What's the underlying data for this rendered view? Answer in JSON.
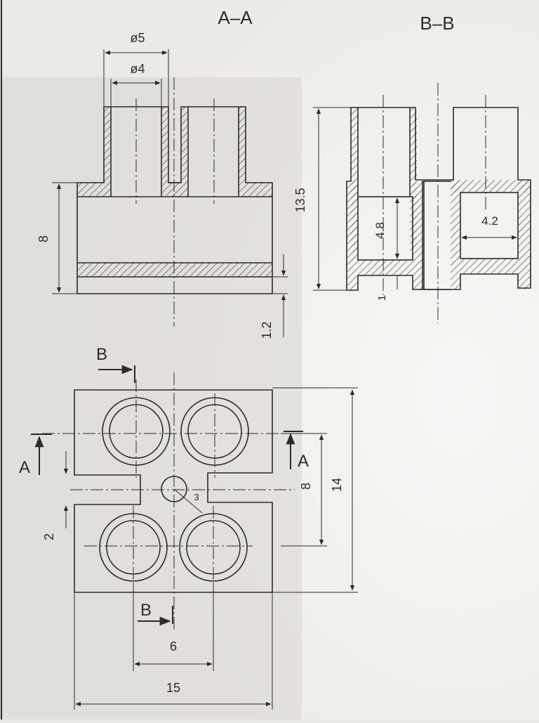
{
  "sections": {
    "a_a": {
      "title": "A–A"
    },
    "b_b": {
      "title": "B–B"
    }
  },
  "dims": {
    "d5": "ø5",
    "d4": "ø4",
    "h8_aa": "8",
    "h1_2": "1.2",
    "h13_5": "13.5",
    "w4_8": "4.8",
    "w4_2": "4.2",
    "t1": "1",
    "h14": "14",
    "h8_plan": "8",
    "slot2": "2",
    "w6": "6",
    "w15": "15",
    "r_center": "3"
  },
  "cut_markers": {
    "b_top": "B",
    "b_bottom": "B",
    "a_left": "A",
    "a_right": "A"
  },
  "colors": {
    "line": "#2b2b2b",
    "paper": "#ecebe7",
    "hatch": "#3a3a3a"
  }
}
